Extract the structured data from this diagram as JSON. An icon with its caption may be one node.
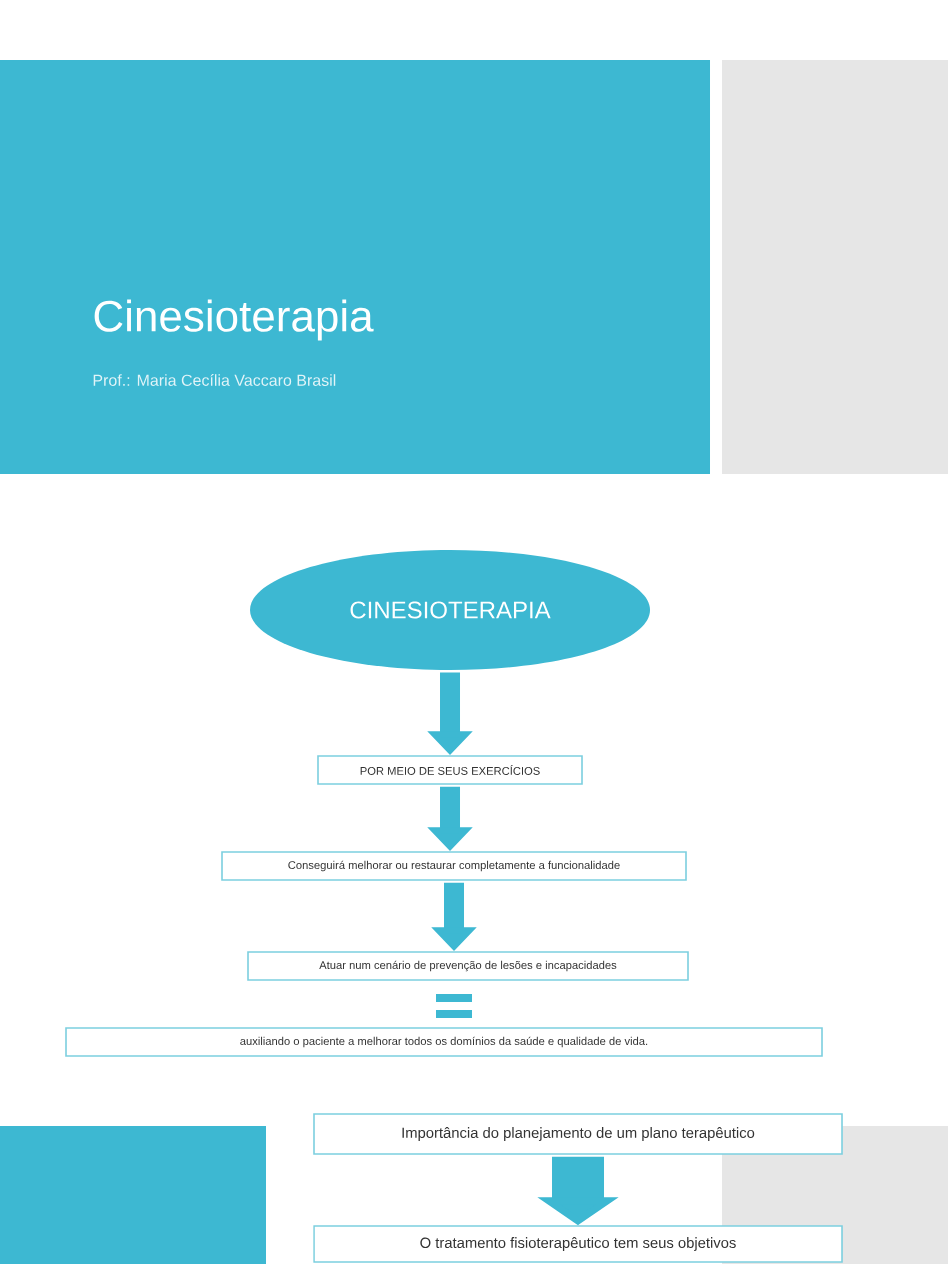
{
  "diagram": {
    "title": "Cinesioterapia",
    "nodes": [
      {
        "text": [
          "CINESIOTERAPIA"
        ]
      },
      {
        "text": [
          "POR MEIO DE SEUS EXERCÍCIOS"
        ]
      },
      {
        "text": [
          "Conseguirá melhorar ou restaurar completamente a funcionalidade"
        ]
      },
      {
        "text": [
          "Atuar num cenário de prevenção de lesões e incapacidades"
        ]
      },
      {
        "text": [
          "auxiliando o paciente a melhorar todos os domínios da saúde e qualidade de vida."
        ]
      },
      {
        "text": [
          "Importância do planejamento de um plano terapêutico"
        ]
      },
      {
        "text": [
          "O tratamento fisioterapêutico tem seus objetivos"
        ]
      }
    ],
    "edges": [
      {
        "from": 0,
        "to": 1,
        "arrow": "to"
      },
      {
        "from": 1,
        "to": 2,
        "arrow": "to"
      },
      {
        "from": 2,
        "to": 3,
        "arrow": "to"
      },
      {
        "from": 5,
        "to": 6,
        "arrow": "to",
        "style": "thick"
      }
    ],
    "labels": [
      "Prof.: Maria Cecília Vaccaro Brasil"
    ]
  }
}
